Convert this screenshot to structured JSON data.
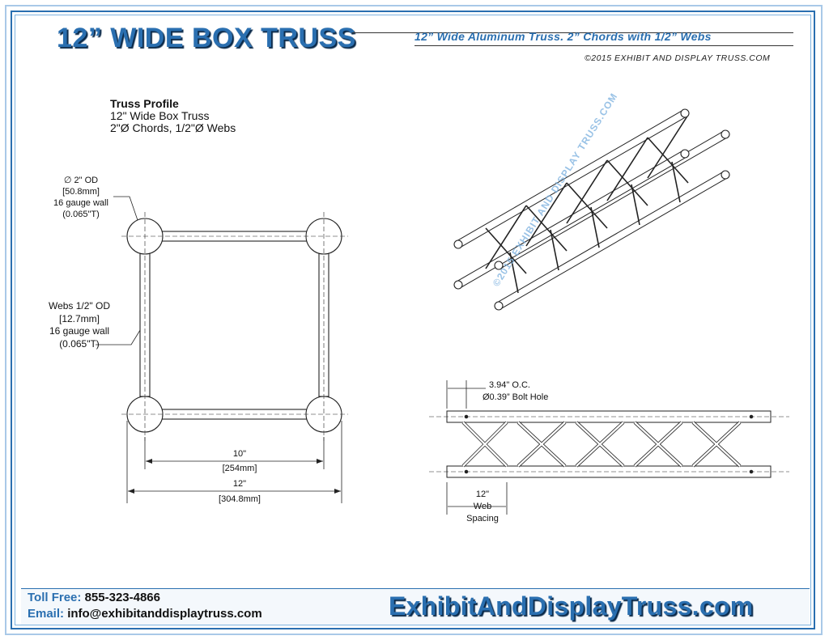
{
  "header": {
    "title": "12” WIDE BOX TRUSS",
    "subtitle": "12” Wide Aluminum Truss. 2” Chords with 1/2” Webs",
    "copyright": "©2015 EXHIBIT AND DISPLAY TRUSS.COM"
  },
  "profile": {
    "heading": "Truss Profile",
    "line1": "12\" Wide Box Truss",
    "line2": "2\"Ø Chords, 1/2\"Ø Webs",
    "chord_note": [
      "∅ 2\" OD",
      "[50.8mm]",
      "16 gauge wall",
      "(0.065\"T)"
    ],
    "web_note": [
      "Webs 1/2\" OD",
      "[12.7mm]",
      "16 gauge wall",
      "(0.065\"T)"
    ],
    "dim_inner": [
      "10\"",
      "[254mm]"
    ],
    "dim_outer": [
      "12\"",
      "[304.8mm]"
    ]
  },
  "side_view": {
    "bolt_note": [
      "3.94\" O.C.",
      "Ø0.39” Bolt Hole"
    ],
    "web_spacing": [
      "12\"",
      "Web",
      "Spacing"
    ]
  },
  "watermark": "©2015 EXHIBIT AND DISPLAY TRUSS.COM",
  "footer": {
    "toll_label": "Toll Free:",
    "toll_value": "855-323-4866",
    "email_label": "Email:",
    "email_value": "info@exhibitanddisplaytruss.com",
    "brand": "ExhibitAndDisplayTruss.com"
  },
  "colors": {
    "accent": "#2a6fb0",
    "shadow": "#0b2a4a",
    "frame": "#7fb3e0"
  }
}
